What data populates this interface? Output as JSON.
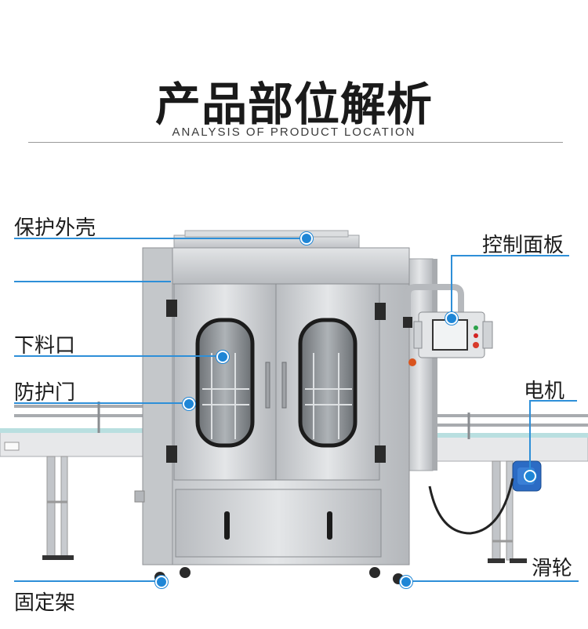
{
  "header": {
    "title": "产品部位解析",
    "subtitle": "ANALYSIS OF PRODUCT LOCATION"
  },
  "labels": {
    "shell": "保护外壳",
    "control_panel": "控制面板",
    "feed_port": "下料口",
    "door": "防护门",
    "motor": "电机",
    "frame": "固定架",
    "pulley": "滑轮"
  },
  "colors": {
    "accent": "#2e8fd8",
    "steel": "#c9cbce",
    "title": "#1a1a1a"
  }
}
